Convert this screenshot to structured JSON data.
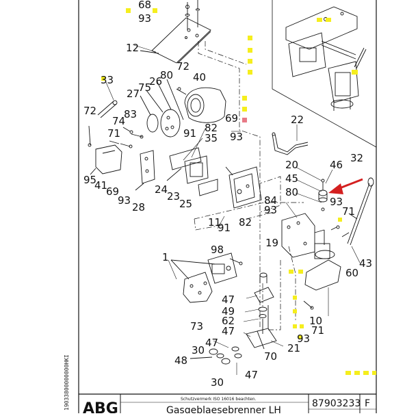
{
  "sheet": {
    "side_code": "19033800000000HKI",
    "copyright_note": "Schutzvermerk ISO 16016 beachten.",
    "drawing_number": "87903233",
    "revision": "F",
    "title": "Gasgeblaesebrenner LH",
    "logo_text": "ABG"
  },
  "colors": {
    "line": "#111111",
    "marker_yellow": "#f5ee1e",
    "marker_pink": "#e87a86",
    "arrow_red": "#d42020"
  },
  "callouts": {
    "c68": "68",
    "c93a": "93",
    "c12": "12",
    "c33": "33",
    "c27": "27",
    "c75": "75",
    "c26": "26",
    "c80a": "80",
    "c72a": "72",
    "c40": "40",
    "c72b": "72",
    "c74": "74",
    "c83": "83",
    "c71a": "71",
    "c69a": "69",
    "c82a": "82",
    "c91a": "91",
    "c35": "35",
    "c93b": "93",
    "c22": "22",
    "c95": "95",
    "c41": "41",
    "c69b": "69",
    "c93c": "93",
    "c28": "28",
    "c24": "24",
    "c23": "23",
    "c25": "25",
    "c20": "20",
    "c45": "45",
    "c80b": "80",
    "c46": "46",
    "c32": "32",
    "c93d": "93",
    "c84": "84",
    "c93e": "93",
    "c71b": "71",
    "c11": "11",
    "c91b": "91",
    "c82b": "82",
    "c98": "98",
    "c19": "19",
    "c1": "1",
    "c43": "43",
    "c60": "60",
    "c47a": "47",
    "c49": "49",
    "c62": "62",
    "c47b": "47",
    "c73": "73",
    "c10": "10",
    "c71c": "71",
    "c93f": "93",
    "c47c": "47",
    "c30a": "30",
    "c48": "48",
    "c21": "21",
    "c70": "70",
    "c30b": "30",
    "c47d": "47"
  }
}
